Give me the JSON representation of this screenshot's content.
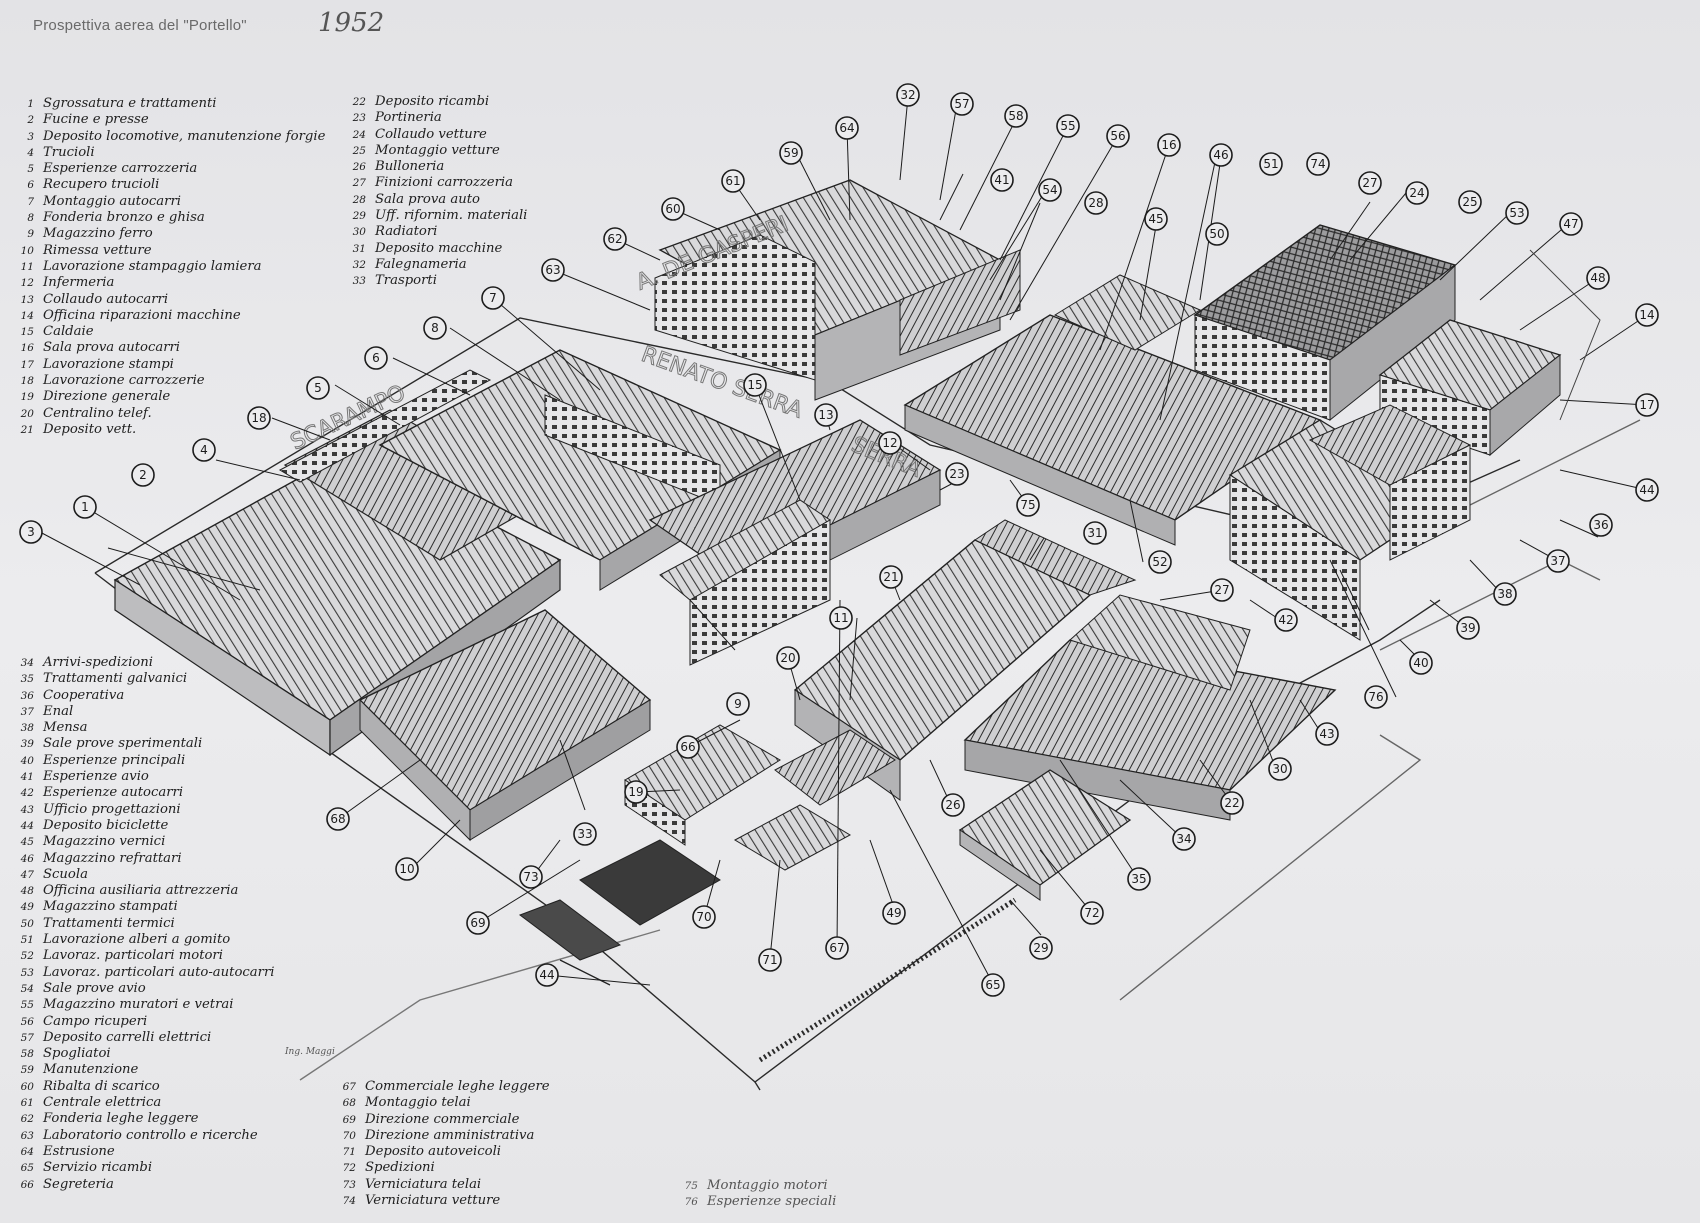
{
  "title": "Prospettiva aerea del \"Portello\"",
  "year": "1952",
  "legend": {
    "col_a": [
      {
        "n": "1",
        "t": "Sgrossatura e trattamenti"
      },
      {
        "n": "2",
        "t": "Fucine e presse"
      },
      {
        "n": "3",
        "t": "Deposito locomotive, manutenzione forgie"
      },
      {
        "n": "4",
        "t": "Trucioli"
      },
      {
        "n": "5",
        "t": "Esperienze carrozzeria"
      },
      {
        "n": "6",
        "t": "Recupero trucioli"
      },
      {
        "n": "7",
        "t": "Montaggio autocarri"
      },
      {
        "n": "8",
        "t": "Fonderia bronzo e ghisa"
      },
      {
        "n": "9",
        "t": "Magazzino ferro"
      },
      {
        "n": "10",
        "t": "Rimessa vetture"
      },
      {
        "n": "11",
        "t": "Lavorazione stampaggio lamiera"
      },
      {
        "n": "12",
        "t": "Infermeria"
      },
      {
        "n": "13",
        "t": "Collaudo autocarri"
      },
      {
        "n": "14",
        "t": "Officina riparazioni macchine"
      },
      {
        "n": "15",
        "t": "Caldaie"
      },
      {
        "n": "16",
        "t": "Sala prova autocarri"
      },
      {
        "n": "17",
        "t": "Lavorazione stampi"
      },
      {
        "n": "18",
        "t": "Lavorazione carrozzerie"
      },
      {
        "n": "19",
        "t": "Direzione generale"
      },
      {
        "n": "20",
        "t": "Centralino telef."
      },
      {
        "n": "21",
        "t": "Deposito vett."
      }
    ],
    "col_b": [
      {
        "n": "22",
        "t": "Deposito ricambi"
      },
      {
        "n": "23",
        "t": "Portineria"
      },
      {
        "n": "24",
        "t": "Collaudo vetture"
      },
      {
        "n": "25",
        "t": "Montaggio vetture"
      },
      {
        "n": "26",
        "t": "Bulloneria"
      },
      {
        "n": "27",
        "t": "Finizioni carrozzeria"
      },
      {
        "n": "28",
        "t": "Sala prova auto"
      },
      {
        "n": "29",
        "t": "Uff. rifornim. materiali"
      },
      {
        "n": "30",
        "t": "Radiatori"
      },
      {
        "n": "31",
        "t": "Deposito macchine"
      },
      {
        "n": "32",
        "t": "Falegnameria"
      },
      {
        "n": "33",
        "t": "Trasporti"
      }
    ],
    "col_c": [
      {
        "n": "34",
        "t": "Arrivi-spedizioni"
      },
      {
        "n": "35",
        "t": "Trattamenti galvanici"
      },
      {
        "n": "36",
        "t": "Cooperativa"
      },
      {
        "n": "37",
        "t": "Enal"
      },
      {
        "n": "38",
        "t": "Mensa"
      },
      {
        "n": "39",
        "t": "Sale prove sperimentali"
      },
      {
        "n": "40",
        "t": "Esperienze principali"
      },
      {
        "n": "41",
        "t": "Esperienze avio"
      },
      {
        "n": "42",
        "t": "Esperienze autocarri"
      },
      {
        "n": "43",
        "t": "Ufficio progettazioni"
      },
      {
        "n": "44",
        "t": "Deposito biciclette"
      },
      {
        "n": "45",
        "t": "Magazzino vernici"
      },
      {
        "n": "46",
        "t": "Magazzino refrattari"
      },
      {
        "n": "47",
        "t": "Scuola"
      },
      {
        "n": "48",
        "t": "Officina ausiliaria attrezzeria"
      },
      {
        "n": "49",
        "t": "Magazzino stampati"
      },
      {
        "n": "50",
        "t": "Trattamenti termici"
      },
      {
        "n": "51",
        "t": "Lavorazione alberi a gomito"
      },
      {
        "n": "52",
        "t": "Lavoraz. particolari motori"
      },
      {
        "n": "53",
        "t": "Lavoraz. particolari auto-autocarri"
      },
      {
        "n": "54",
        "t": "Sale prove avio"
      },
      {
        "n": "55",
        "t": "Magazzino muratori e vetrai"
      },
      {
        "n": "56",
        "t": "Campo ricuperi"
      },
      {
        "n": "57",
        "t": "Deposito carrelli elettrici"
      },
      {
        "n": "58",
        "t": "Spogliatoi"
      },
      {
        "n": "59",
        "t": "Manutenzione"
      },
      {
        "n": "60",
        "t": "Ribalta di scarico"
      },
      {
        "n": "61",
        "t": "Centrale elettrica"
      },
      {
        "n": "62",
        "t": "Fonderia leghe leggere"
      },
      {
        "n": "63",
        "t": "Laboratorio controllo e ricerche"
      },
      {
        "n": "64",
        "t": "Estrusione"
      },
      {
        "n": "65",
        "t": "Servizio ricambi"
      },
      {
        "n": "66",
        "t": "Segreteria"
      }
    ],
    "col_d": [
      {
        "n": "67",
        "t": "Commerciale leghe leggere"
      },
      {
        "n": "68",
        "t": "Montaggio telai"
      },
      {
        "n": "69",
        "t": "Direzione commerciale"
      },
      {
        "n": "70",
        "t": "Direzione amministrativa"
      },
      {
        "n": "71",
        "t": "Deposito autoveicoli"
      },
      {
        "n": "72",
        "t": "Spedizioni"
      },
      {
        "n": "73",
        "t": "Verniciatura telai"
      },
      {
        "n": "74",
        "t": "Verniciatura vetture"
      }
    ],
    "col_e": [
      {
        "n": "75",
        "t": "Montaggio motori"
      },
      {
        "n": "76",
        "t": "Esperienze speciali"
      }
    ]
  },
  "streets": [
    "A. DE GASPERI",
    "RENATO SERRA",
    "SCARAMPO",
    "SERRA"
  ],
  "callouts": [
    "1",
    "2",
    "3",
    "4",
    "5",
    "6",
    "7",
    "8",
    "9",
    "10",
    "11",
    "12",
    "13",
    "14",
    "15",
    "16",
    "17",
    "18",
    "19",
    "20",
    "21",
    "22",
    "23",
    "24",
    "25",
    "26",
    "27",
    "28",
    "29",
    "30",
    "31",
    "32",
    "33",
    "34",
    "35",
    "36",
    "37",
    "38",
    "39",
    "40",
    "41",
    "42",
    "43",
    "44",
    "45",
    "46",
    "47",
    "48",
    "49",
    "50",
    "51",
    "52",
    "53",
    "54",
    "55",
    "56",
    "57",
    "58",
    "59",
    "60",
    "61",
    "62",
    "63",
    "64",
    "65",
    "66",
    "67",
    "68",
    "69",
    "70",
    "71",
    "72",
    "73",
    "74",
    "75",
    "76",
    "44"
  ],
  "signature": "Ing. Maggi"
}
